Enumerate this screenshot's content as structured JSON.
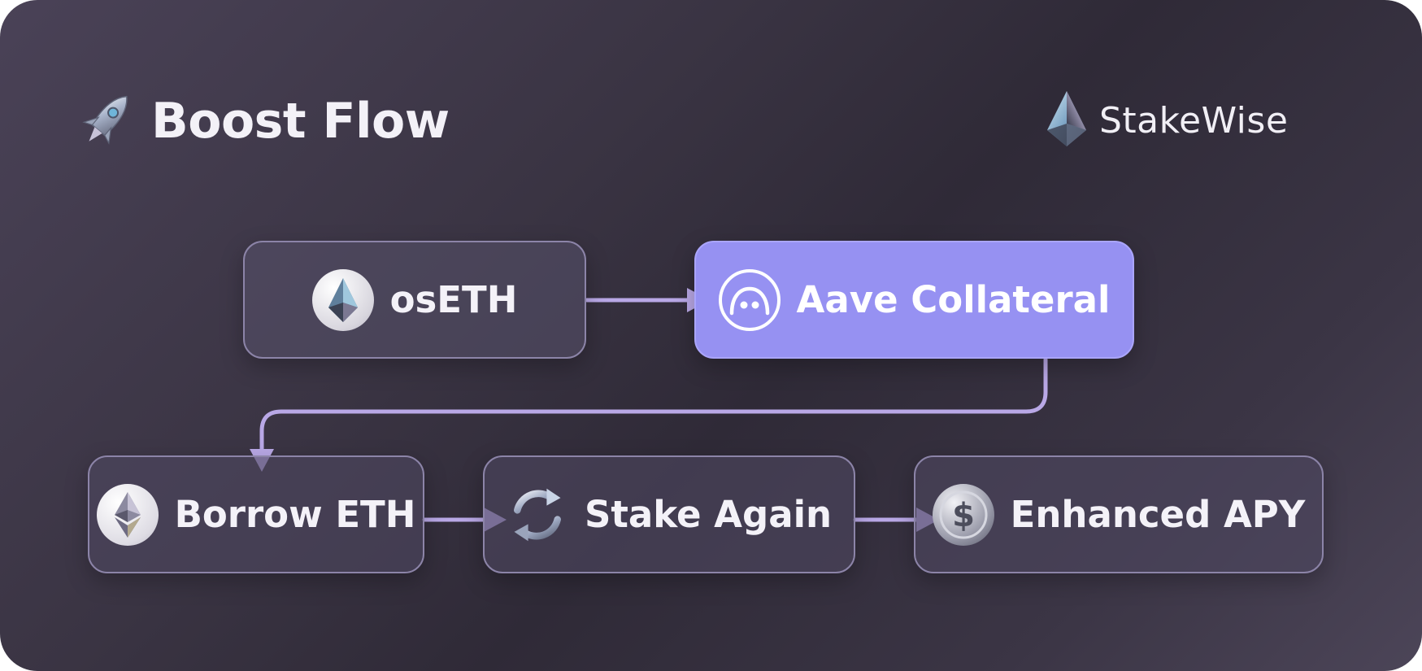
{
  "header": {
    "title": "Boost Flow",
    "title_icon": "rocket-icon",
    "brand_name": "StakeWise",
    "brand_icon": "stakewise-logo"
  },
  "flow": {
    "nodes": [
      {
        "id": "oseth",
        "label": "osETH",
        "icon": "oseth-token-icon"
      },
      {
        "id": "aave",
        "label": "Aave Collateral",
        "icon": "aave-ghost-icon",
        "highlighted": true
      },
      {
        "id": "borrow",
        "label": "Borrow ETH",
        "icon": "eth-token-icon"
      },
      {
        "id": "stake",
        "label": "Stake Again",
        "icon": "refresh-cycle-icon"
      },
      {
        "id": "apy",
        "label": "Enhanced APY",
        "icon": "dollar-coin-icon"
      }
    ],
    "edges": [
      {
        "from": "oseth",
        "to": "aave"
      },
      {
        "from": "aave",
        "to": "borrow"
      },
      {
        "from": "borrow",
        "to": "stake"
      },
      {
        "from": "stake",
        "to": "apy"
      }
    ]
  },
  "colors": {
    "accent": "#9691f2",
    "connector": "#b9a8e6",
    "node_border": "#8c84a8",
    "text": "#f4f2f8"
  }
}
